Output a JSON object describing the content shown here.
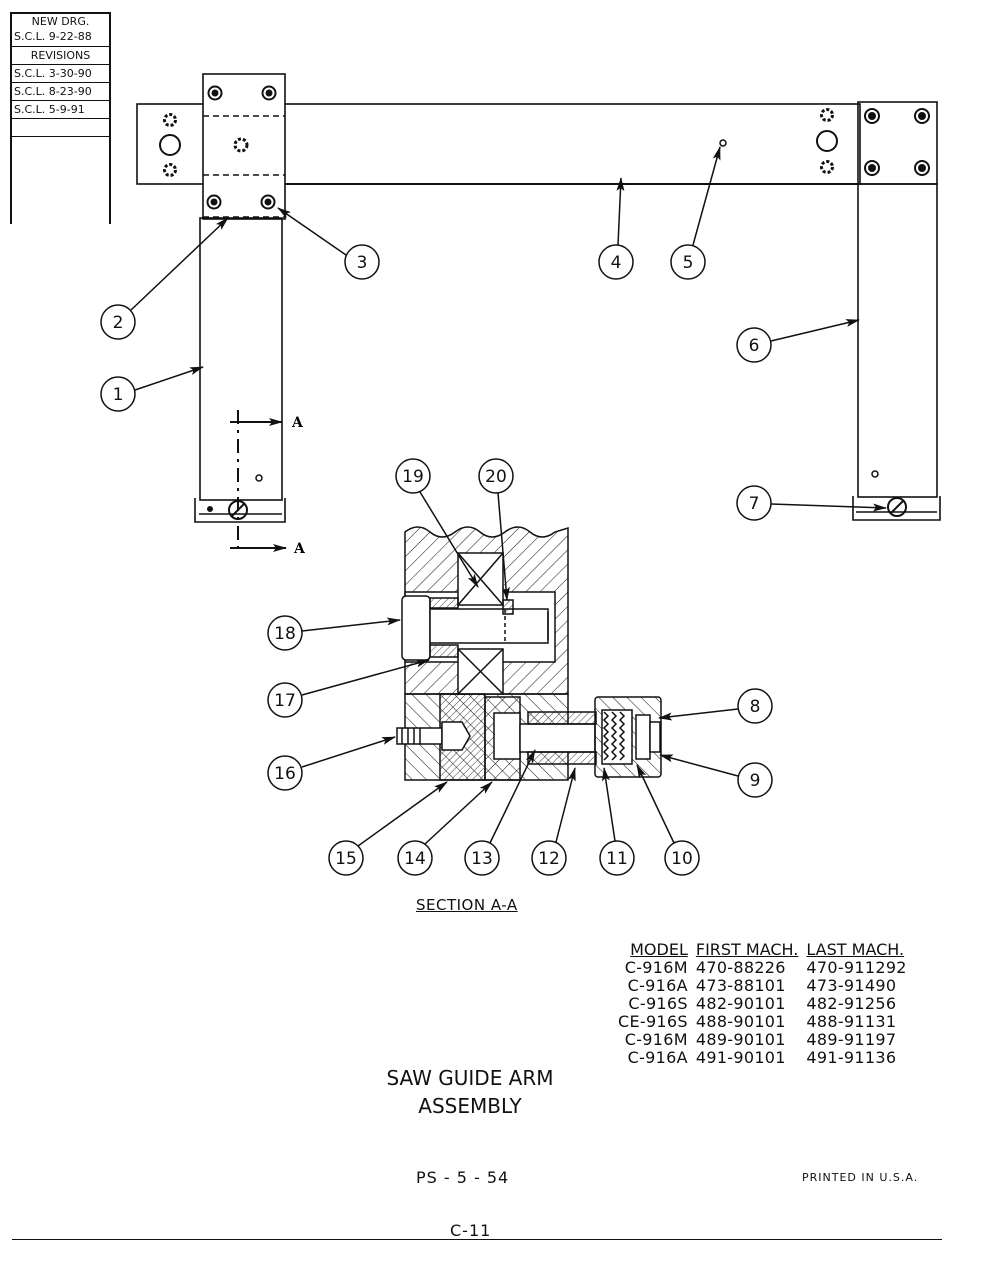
{
  "revision_block": {
    "new_drawing": [
      "NEW DRG.",
      "S.C.L. 9-22-88"
    ],
    "revisions_label": "REVISIONS",
    "revisions": [
      "S.C.L. 3-30-90",
      "S.C.L. 8-23-90",
      "S.C.L. 5-9-91"
    ]
  },
  "callouts": [
    "1",
    "2",
    "3",
    "4",
    "5",
    "6",
    "7",
    "8",
    "9",
    "10",
    "11",
    "12",
    "13",
    "14",
    "15",
    "16",
    "17",
    "18",
    "19",
    "20"
  ],
  "section_marker": "A",
  "section_label": "SECTION A-A",
  "model_table": {
    "headers": [
      "MODEL",
      "FIRST MACH.",
      "LAST MACH."
    ],
    "rows": [
      [
        "C-916M",
        "470-88226",
        "470-911292"
      ],
      [
        "C-916A",
        "473-88101",
        "473-91490"
      ],
      [
        "C-916S",
        "482-90101",
        "482-91256"
      ],
      [
        "CE-916S",
        "488-90101",
        "488-91131"
      ],
      [
        "C-916M",
        "489-90101",
        "489-91197"
      ],
      [
        "C-916A",
        "491-90101",
        "491-91136"
      ]
    ]
  },
  "title": [
    "SAW GUIDE ARM",
    "ASSEMBLY"
  ],
  "page_code": "PS - 5 - 54",
  "printed": "PRINTED IN U.S.A.",
  "page_number": "C-11"
}
